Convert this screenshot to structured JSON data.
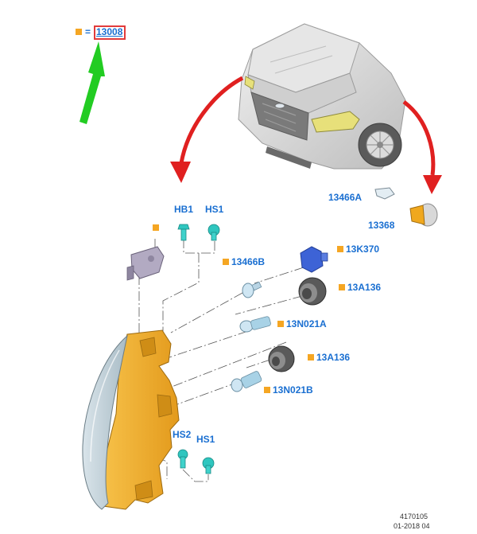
{
  "legend": {
    "equals": "=",
    "part_number": "13008"
  },
  "colors": {
    "label_blue": "#1a6fd1",
    "marker_orange": "#f5a623",
    "arrow_red": "#e02020",
    "arrow_green": "#22cc22",
    "housing_amber": "#f2b233"
  },
  "callouts": [
    {
      "id": "hb1",
      "text": "HB1"
    },
    {
      "id": "hs1_top",
      "text": "HS1"
    },
    {
      "id": "c13466b",
      "text": "13466B"
    },
    {
      "id": "c13k370",
      "text": "13K370"
    },
    {
      "id": "c13a136_top",
      "text": "13A136"
    },
    {
      "id": "c13n021a",
      "text": "13N021A"
    },
    {
      "id": "c13a136_low",
      "text": "13A136"
    },
    {
      "id": "c13n021b",
      "text": "13N021B"
    },
    {
      "id": "hs2",
      "text": "HS2"
    },
    {
      "id": "hs1_bottom",
      "text": "HS1"
    },
    {
      "id": "c13466a",
      "text": "13466A"
    },
    {
      "id": "c13368",
      "text": "13368"
    }
  ],
  "footer": {
    "diagram_id": "4170105",
    "date_code": "01-2018 04"
  }
}
